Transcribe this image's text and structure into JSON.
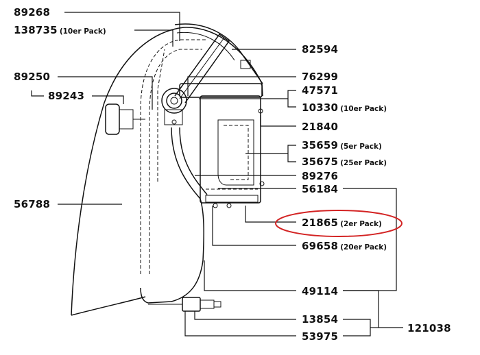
{
  "labels": {
    "p89268": "89268",
    "p138735": "138735",
    "p138735_pack": "(10er Pack)",
    "p82594": "82594",
    "p89250": "89250",
    "p76299": "76299",
    "p89243": "89243",
    "p47571": "47571",
    "p10330": "10330",
    "p10330_pack": "(10er Pack)",
    "p21840": "21840",
    "p35659": "35659",
    "p35659_pack": "(5er Pack)",
    "p35675": "35675",
    "p35675_pack": "(25er Pack)",
    "p89276": "89276",
    "p56788": "56788",
    "p56184": "56184",
    "p21865": "21865",
    "p21865_pack": "(2er Pack)",
    "p69658": "69658",
    "p69658_pack": "(20er Pack)",
    "p49114": "49114",
    "p13854": "13854",
    "p121038": "121038",
    "p53975": "53975"
  },
  "colors": {
    "highlight": "#d32323",
    "ink": "#111111"
  }
}
